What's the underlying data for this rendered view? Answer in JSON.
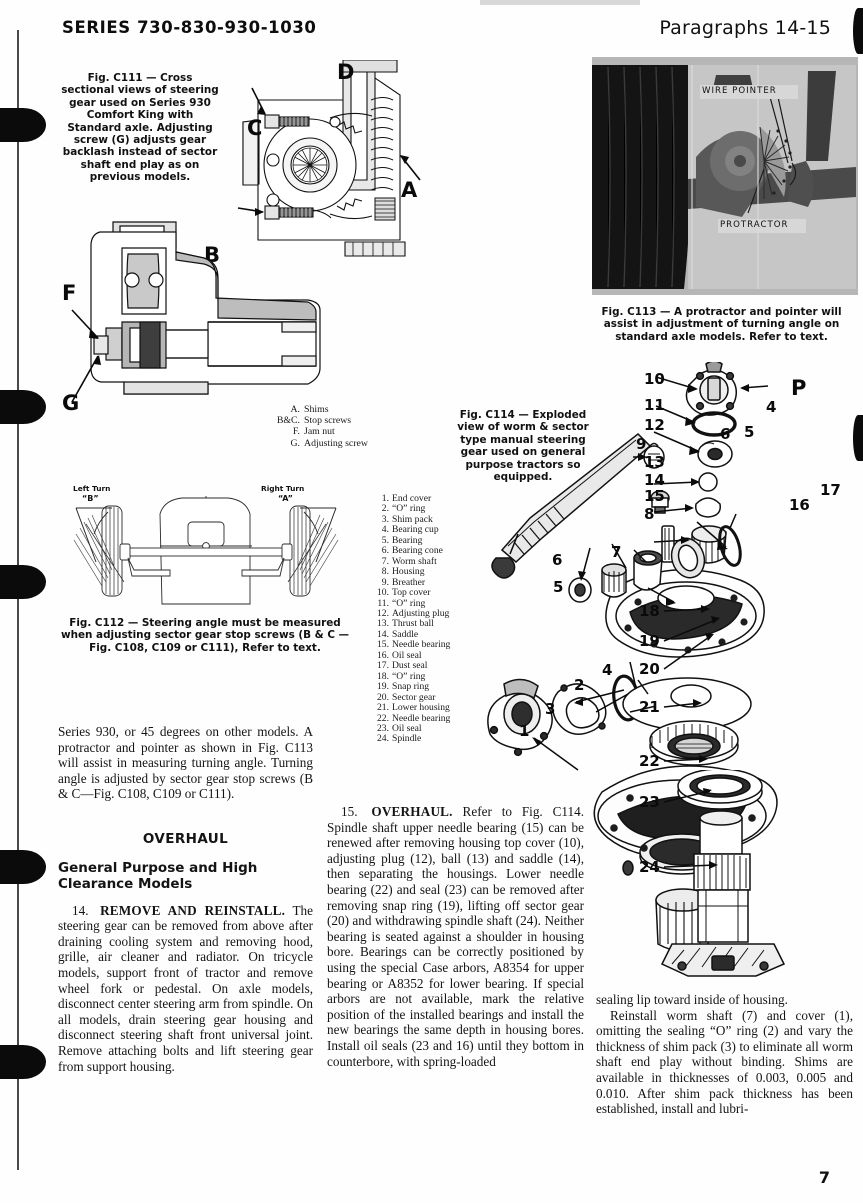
{
  "header": {
    "series": "SERIES 730-830-930-1030",
    "paragraphs": "Paragraphs 14-15"
  },
  "page_number": "7",
  "figures": {
    "c111": {
      "caption": "Fig. C111 — Cross sectional views of steering gear used on Series 930 Comfort King with Standard axle. Adjusting screw (G) adjusts gear backlash instead of sector shaft end play as on previous models.",
      "callouts": [
        "A",
        "B",
        "C",
        "D",
        "F",
        "G"
      ]
    },
    "c112": {
      "caption": "Fig. C112 — Steering angle must be measured when adjusting sector gear stop screws (B & C — Fig. C108, C109 or C111), Refer to text.",
      "labels": {
        "left": "Left Turn",
        "left_letter": "“B”",
        "right": "Right Turn",
        "right_letter": "“A”"
      }
    },
    "c113": {
      "caption": "Fig. C113 — A protractor and pointer will assist in adjustment of turning angle on standard axle models. Refer to text.",
      "photo_labels": [
        "WIRE POINTER",
        "PROTRACTOR"
      ]
    },
    "c114": {
      "caption": "Fig. C114 — Exploded view of worm & sector type manual steering gear used on general purpose tractors so equipped.",
      "callouts": [
        "1",
        "2",
        "3",
        "4",
        "5",
        "6",
        "7",
        "8",
        "9",
        "10",
        "11",
        "12",
        "13",
        "14",
        "15",
        "16",
        "17",
        "18",
        "19",
        "20",
        "21",
        "22",
        "23",
        "24",
        "P"
      ]
    }
  },
  "key_letters": [
    {
      "key": "A.",
      "label": "Shims"
    },
    {
      "key": "B&C.",
      "label": "Stop screws"
    },
    {
      "key": "F.",
      "label": "Jam nut"
    },
    {
      "key": "G.",
      "label": "Adjusting screw"
    }
  ],
  "parts_list": [
    {
      "n": "1.",
      "label": "End cover"
    },
    {
      "n": "2.",
      "label": "“O” ring"
    },
    {
      "n": "3.",
      "label": "Shim pack"
    },
    {
      "n": "4.",
      "label": "Bearing cup"
    },
    {
      "n": "5.",
      "label": "Bearing"
    },
    {
      "n": "6.",
      "label": "Bearing cone"
    },
    {
      "n": "7.",
      "label": "Worm shaft"
    },
    {
      "n": "8.",
      "label": "Housing"
    },
    {
      "n": "9.",
      "label": "Breather"
    },
    {
      "n": "10.",
      "label": "Top cover"
    },
    {
      "n": "11.",
      "label": "“O” ring"
    },
    {
      "n": "12.",
      "label": "Adjusting plug"
    },
    {
      "n": "13.",
      "label": "Thrust ball"
    },
    {
      "n": "14.",
      "label": "Saddle"
    },
    {
      "n": "15.",
      "label": "Needle bearing"
    },
    {
      "n": "16.",
      "label": "Oil seal"
    },
    {
      "n": "17.",
      "label": "Dust seal"
    },
    {
      "n": "18.",
      "label": "“O” ring"
    },
    {
      "n": "19.",
      "label": "Snap ring"
    },
    {
      "n": "20.",
      "label": "Sector gear"
    },
    {
      "n": "21.",
      "label": "Lower housing"
    },
    {
      "n": "22.",
      "label": "Needle bearing"
    },
    {
      "n": "23.",
      "label": "Oil seal"
    },
    {
      "n": "24.",
      "label": "Spindle"
    }
  ],
  "text": {
    "col1_continuation": "Series 930, or 45 degrees on other models. A protractor and pointer as shown in Fig. C113 will assist in measuring turning angle. Turning angle is adjusted by sector gear stop screws (B & C—Fig. C108, C109 or C111).",
    "overhaul_heading": "OVERHAUL",
    "overhaul_subheading": "General Purpose and High Clearance Models",
    "para14_number": "14.",
    "para14_title": "REMOVE AND REINSTALL.",
    "para14_body": "The steering gear can be removed from above after draining cooling system and removing hood, grille, air cleaner and radiator. On tricycle models, support front of tractor and remove wheel fork or pedestal. On axle models, disconnect center steering arm from spindle. On all models, drain steering gear housing and disconnect steering shaft front universal joint. Remove attaching bolts and lift steering gear from support housing.",
    "para15_number": "15.",
    "para15_title": "OVERHAUL.",
    "para15_body": "Refer to Fig. C114. Spindle shaft upper needle bearing (15) can be renewed after removing housing top cover (10), adjusting plug (12), ball (13) and saddle (14), then separating the housings. Lower needle bearing (22) and seal (23) can be removed after removing snap ring (19), lifting off sector gear (20) and withdrawing spindle shaft (24). Neither bearing is seated against a shoulder in housing bore. Bearings can be correctly positioned by using the special Case arbors, A8354 for upper bearing or A8352 for lower bearing. If special arbors are not available, mark the relative position of the installed bearings and install the new bearings the same depth in housing bores. Install oil seals (23 and 16) until they bottom in counterbore, with spring-loaded",
    "col3_body": "sealing lip toward inside of housing.",
    "col3_body2": "Reinstall worm shaft (7) and cover (1), omitting the sealing “O” ring (2) and vary the thickness of shim pack (3) to eliminate all worm shaft end play without binding. Shims are available in thicknesses of 0.003, 0.005 and 0.010. After shim pack thickness has been established, install and lubri-"
  },
  "colors": {
    "ink": "#111111",
    "paper": "#fefefe",
    "photo_bg": "#b9b9b9"
  }
}
